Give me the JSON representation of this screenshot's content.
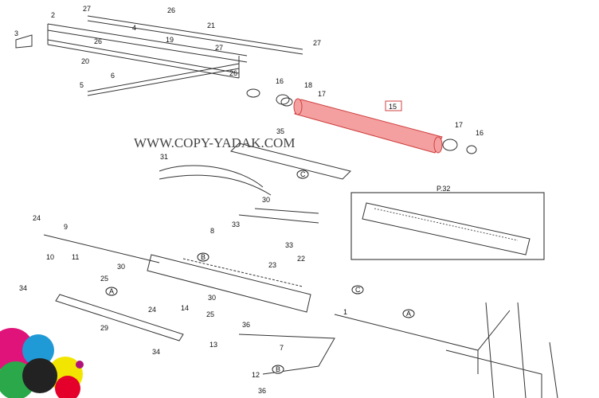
{
  "diagram": {
    "watermark": "WWW.COPY-YADAK.COM",
    "highlighted_part": "15",
    "highlight_color": "#f08080",
    "inset_label": "P.32",
    "callouts": [
      "27",
      "26",
      "2",
      "3",
      "4",
      "21",
      "26",
      "19",
      "27",
      "27",
      "20",
      "26",
      "6",
      "5",
      "16",
      "18",
      "17",
      "15",
      "17",
      "16",
      "35",
      "31",
      "30",
      "24",
      "9",
      "33",
      "8",
      "33",
      "10",
      "11",
      "30",
      "23",
      "22",
      "25",
      "34",
      "30",
      "24",
      "14",
      "1",
      "25",
      "29",
      "36",
      "13",
      "7",
      "34",
      "12",
      "36"
    ],
    "reference_markers": [
      "C",
      "B",
      "A",
      "C",
      "A",
      "B"
    ]
  }
}
